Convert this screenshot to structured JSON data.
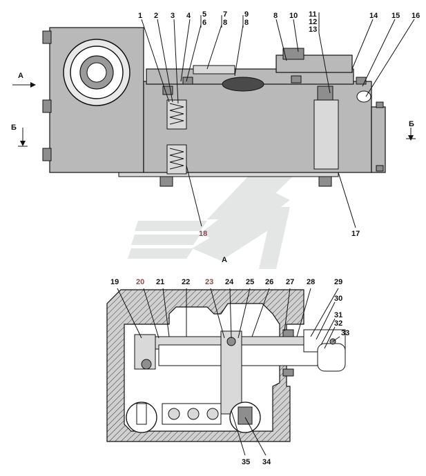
{
  "labels": {
    "l1": "1",
    "l2": "2",
    "l3": "3",
    "l4": "4",
    "l5": "5",
    "l6": "6",
    "l7": "7",
    "l8a": "8",
    "l9": "9",
    "l8b": "8",
    "l8c": "8",
    "l10": "10",
    "l11": "11",
    "l12": "12",
    "l13": "13",
    "l14": "14",
    "l15": "15",
    "l16": "16",
    "l17": "17",
    "l18": "18",
    "l19": "19",
    "l20": "20",
    "l21": "21",
    "l22": "22",
    "l23": "23",
    "l24": "24",
    "l25": "25",
    "l26": "26",
    "l27": "27",
    "l28": "28",
    "l29": "29",
    "l30": "30",
    "l31": "31",
    "l32": "32",
    "l33": "33",
    "l34": "34",
    "l35": "35"
  },
  "view_markers": {
    "arrow_a": "A",
    "arrow_b_left": "Б",
    "arrow_b_right": "Б",
    "section_title": "A"
  },
  "colors": {
    "body": "#b9b9b9",
    "watermark": "#cfd3d3",
    "accent_label": "#8a4b4b"
  }
}
